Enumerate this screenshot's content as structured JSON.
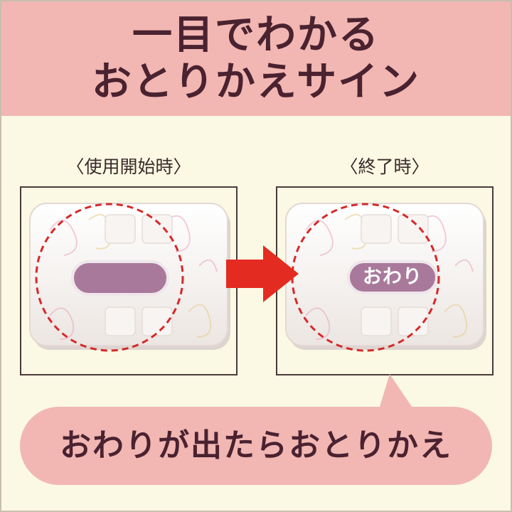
{
  "header": {
    "title_line_1": "一目でわかる",
    "title_line_2": "おとりかえサイン"
  },
  "panels": {
    "before": {
      "caption": "〈使用開始時〉"
    },
    "after": {
      "caption": "〈終了時〉",
      "sign_label": "おわり"
    }
  },
  "bubble": {
    "text": "おわりが出たらおとりかえ"
  },
  "colors": {
    "header_bg": "#f2b7b3",
    "page_bg": "#fbf9e4",
    "title_text": "#4a2230",
    "arrow": "#e32b22",
    "dashed_circle": "#d42a2a",
    "sign_window": "#a9799c",
    "bubble_bg": "#f2b7b3"
  },
  "icons": [
    "right-arrow-icon"
  ]
}
